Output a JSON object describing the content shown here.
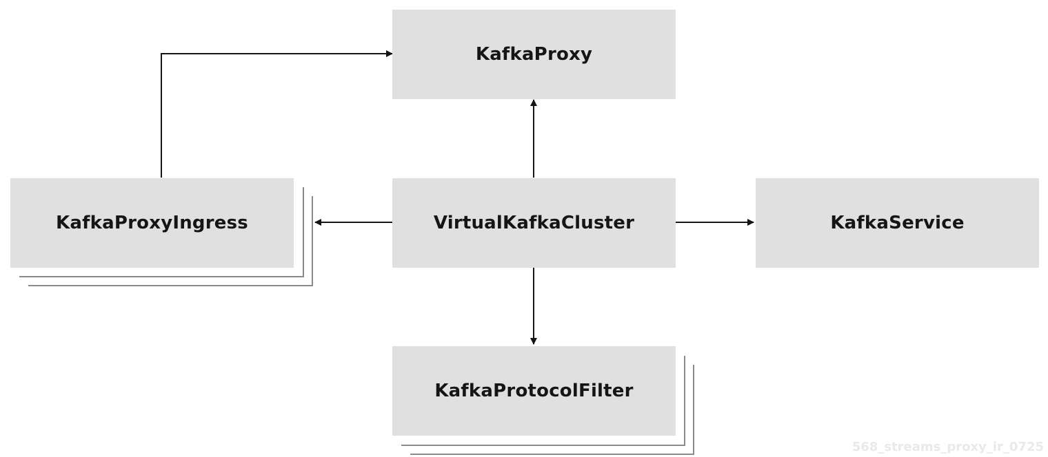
{
  "nodes": {
    "kafka_proxy": "KafkaProxy",
    "kafka_proxy_ingress": "KafkaProxyIngress",
    "virtual_kafka_cluster": "VirtualKafkaCluster",
    "kafka_service": "KafkaService",
    "kafka_protocol_filter": "KafkaProtocolFilter"
  },
  "edges": [
    {
      "from": "kafka_proxy_ingress",
      "to": "kafka_proxy"
    },
    {
      "from": "virtual_kafka_cluster",
      "to": "kafka_proxy"
    },
    {
      "from": "virtual_kafka_cluster",
      "to": "kafka_proxy_ingress"
    },
    {
      "from": "virtual_kafka_cluster",
      "to": "kafka_service"
    },
    {
      "from": "virtual_kafka_cluster",
      "to": "kafka_protocol_filter"
    }
  ],
  "stacked_nodes": [
    "kafka_proxy_ingress",
    "kafka_protocol_filter"
  ],
  "colors": {
    "node_fill": "#e0e0e0",
    "text": "#151515",
    "line": "#151515",
    "stack_outline": "#8a8a8a",
    "watermark": "#e9e9e9"
  },
  "watermark": "568_streams_proxy_ir_0725"
}
